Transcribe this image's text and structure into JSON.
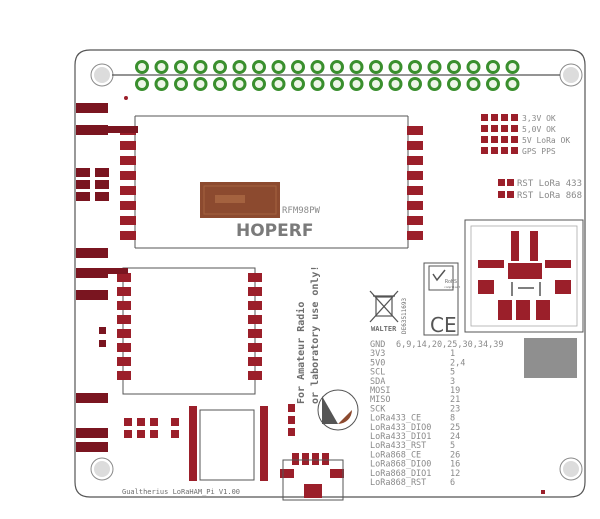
{
  "board": {
    "module_brand": "HOPERF",
    "module_part": "RFM98PW",
    "footer_label": "Gualtherius LoRaHAM_Pi V1.00"
  },
  "warning": {
    "line1": "For Amateur Radio",
    "line2": "or laboratory use only!"
  },
  "compliance": {
    "weee_label": "WALTER",
    "weee_reg": "DE63511693",
    "rohs_label": "RoHS",
    "rohs_sub": "compliant",
    "ce_mark": "CE"
  },
  "status_leds": [
    {
      "label": "3,3V OK"
    },
    {
      "label": "5,0V OK"
    },
    {
      "label": "5V LoRa OK"
    },
    {
      "label": "GPS PPS"
    }
  ],
  "reset_buttons": [
    {
      "label": "RST LoRa 433"
    },
    {
      "label": "RST LoRa 868"
    }
  ],
  "pin_table": [
    {
      "signal": "GND",
      "pins": "6,9,14,20,25,30,34,39"
    },
    {
      "signal": "3V3",
      "pins": "1"
    },
    {
      "signal": "5V0",
      "pins": "2,4"
    },
    {
      "signal": "SCL",
      "pins": "5"
    },
    {
      "signal": "SDA",
      "pins": "3"
    },
    {
      "signal": "MOSI",
      "pins": "19"
    },
    {
      "signal": "MISO",
      "pins": "21"
    },
    {
      "signal": "SCK",
      "pins": "23"
    },
    {
      "signal": "LoRa433_CE",
      "pins": "8"
    },
    {
      "signal": "LoRa433_DIO0",
      "pins": "25"
    },
    {
      "signal": "LoRa433_DIO1",
      "pins": "24"
    },
    {
      "signal": "LoRa433_RST",
      "pins": "5"
    },
    {
      "signal": "LoRa868_CE",
      "pins": "26"
    },
    {
      "signal": "LoRa868_DIO0",
      "pins": "16"
    },
    {
      "signal": "LoRa868_DIO1",
      "pins": "12"
    },
    {
      "signal": "LoRa868_RST",
      "pins": "6"
    }
  ],
  "colors": {
    "pad": "#9b1f2a",
    "pad_dark": "#7a1520",
    "via_ring": "#3a8f2e",
    "via_fill": "#eef6e8",
    "silkscreen": "#8a8a8a",
    "board_outline": "#555555",
    "pad_brown": "#8c4a2f"
  },
  "icons": {
    "header_pins": "gpio-header-icon",
    "weee": "weee-bin-icon",
    "rohs": "rohs-icon",
    "ce": "ce-mark-icon",
    "mounting_hole": "mounting-hole-icon"
  }
}
